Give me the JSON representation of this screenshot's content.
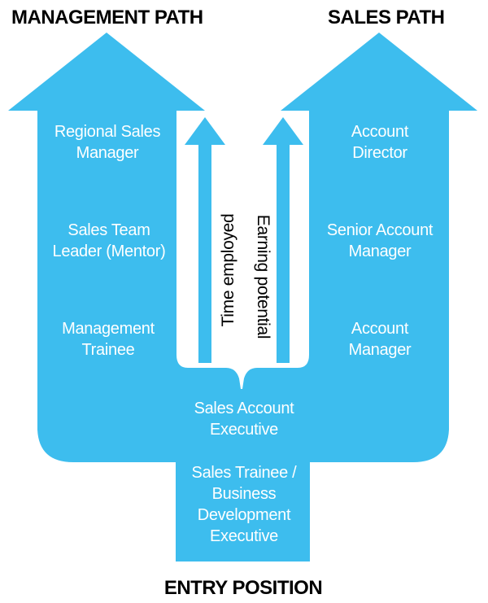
{
  "headings": {
    "management": "MANAGEMENT PATH",
    "sales": "SALES PATH",
    "entry": "ENTRY POSITION"
  },
  "management_path": [
    {
      "line1": "Regional Sales",
      "line2": "Manager"
    },
    {
      "line1": "Sales Team",
      "line2": "Leader (Mentor)"
    },
    {
      "line1": "Management",
      "line2": "Trainee"
    }
  ],
  "sales_path": [
    {
      "line1": "Account",
      "line2": "Director"
    },
    {
      "line1": "Senior Account",
      "line2": "Manager"
    },
    {
      "line1": "Account",
      "line2": "Manager"
    }
  ],
  "shared": {
    "sales_account_executive": {
      "line1": "Sales Account",
      "line2": "Executive"
    },
    "entry_role": {
      "line1": "Sales Trainee /",
      "line2": "Business",
      "line3": "Development",
      "line4": "Executive"
    }
  },
  "axes": {
    "time": "Time employed",
    "earning": "Earning potential"
  },
  "colors": {
    "arrow_fill": "#3dbdee",
    "node_text": "#ffffff",
    "heading_text": "#000000"
  }
}
